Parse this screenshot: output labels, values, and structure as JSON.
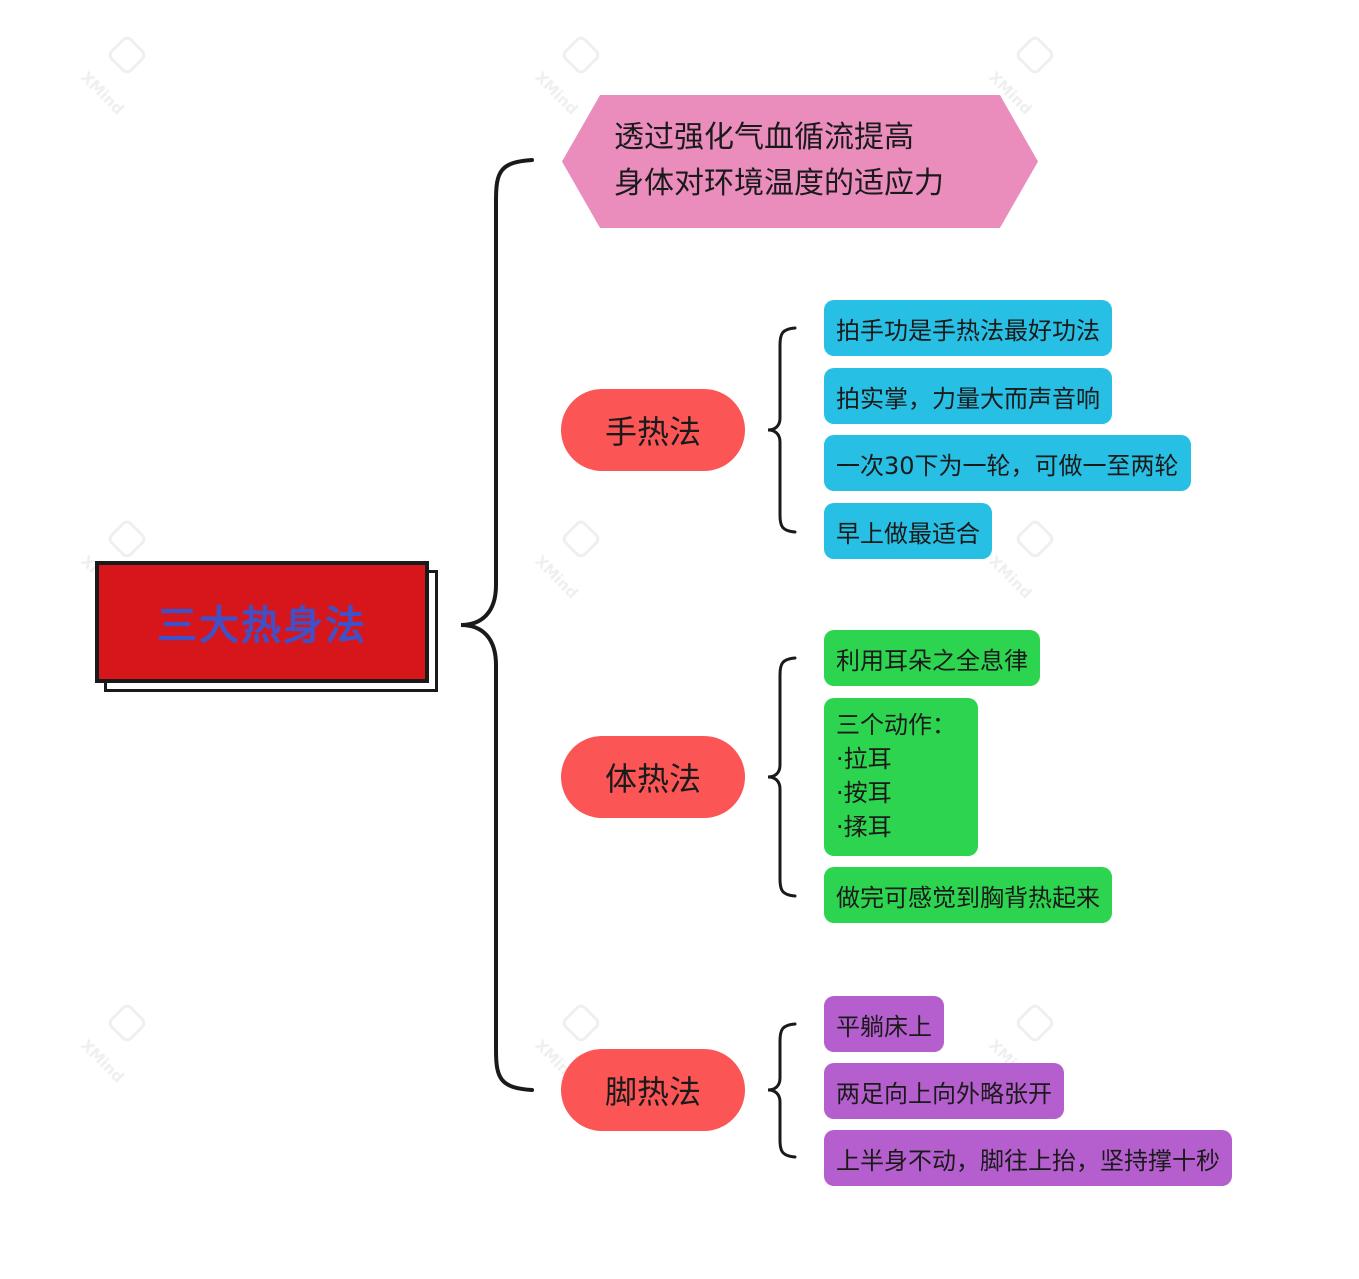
{
  "colors": {
    "root_fill": "#d7161c",
    "root_text": "#3f51c9",
    "summary_fill": "#ea8dbd",
    "branch_fill": "#fb5556",
    "hand_leaf": "#27bfe3",
    "body_leaf": "#2cd450",
    "foot_leaf": "#b55ece",
    "connector": "#1a1a1a"
  },
  "watermark": {
    "brand": "XMind",
    "icon": "xmind-logo-icon"
  },
  "root": {
    "label": "三大热身法"
  },
  "summary": {
    "lines": [
      "透过强化气血循流提高",
      "身体对环境温度的适应力"
    ]
  },
  "branches": [
    {
      "label": "手热法",
      "items": [
        "拍手功是手热法最好功法",
        "拍实掌，力量大而声音响",
        "一次30下为一轮，可做一至两轮",
        "早上做最适合"
      ]
    },
    {
      "label": "体热法",
      "items": [
        [
          "利用耳朵之全息律"
        ],
        [
          "三个动作：",
          "·拉耳",
          "·按耳",
          "·揉耳"
        ],
        [
          "做完可感觉到胸背热起来"
        ]
      ]
    },
    {
      "label": "脚热法",
      "items": [
        "平躺床上",
        "两足向上向外略张开",
        "上半身不动，脚往上抬，坚持撑十秒"
      ]
    }
  ]
}
